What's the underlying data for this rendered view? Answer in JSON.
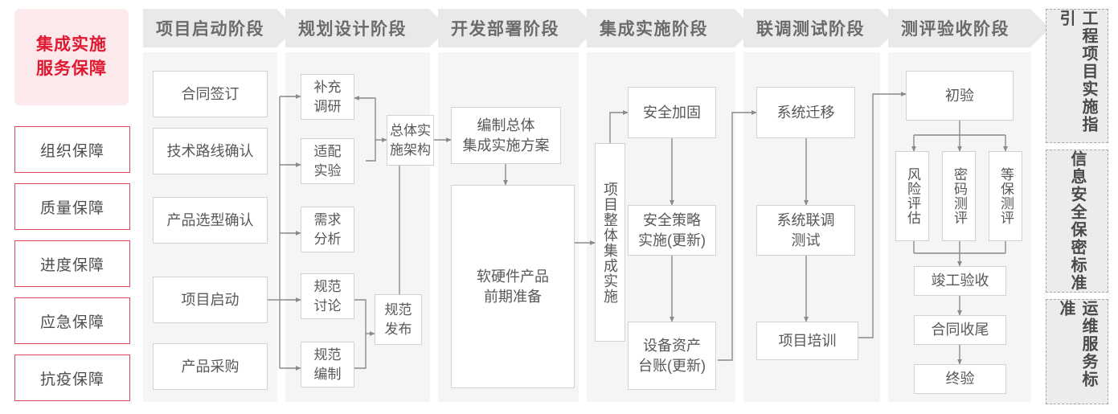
{
  "left_panel": {
    "title": "集成实施\n服务保障",
    "title_bg": "#fbe9ec",
    "title_color": "#e01931",
    "items": [
      {
        "label": "组织保障"
      },
      {
        "label": "质量保障"
      },
      {
        "label": "进度保障"
      },
      {
        "label": "应急保障"
      },
      {
        "label": "抗疫保障"
      }
    ]
  },
  "phases": [
    {
      "id": "p1",
      "title": "项目启动阶段"
    },
    {
      "id": "p2",
      "title": "规划设计阶段"
    },
    {
      "id": "p3",
      "title": "开发部署阶段"
    },
    {
      "id": "p4",
      "title": "集成实施阶段"
    },
    {
      "id": "p5",
      "title": "联调测试阶段"
    },
    {
      "id": "p6",
      "title": "测评验收阶段"
    }
  ],
  "nodes": {
    "n_contract": "合同签订",
    "n_tech_route": "技术路线确认",
    "n_product_sel": "产品选型确认",
    "n_kickoff": "项目启动",
    "n_procure": "产品采购",
    "n_survey": "补充\n调研",
    "n_adapt": "适配\n实验",
    "n_require": "需求\n分析",
    "n_spec_discuss": "规范\n讨论",
    "n_spec_draft": "规范\n编制",
    "n_arch": "总体实\n施架构",
    "n_spec_pub": "规范\n发布",
    "n_plan_doc": "编制总体\n集成实施方案",
    "n_hw_sw_prep": "软硬件产品\n前期准备",
    "n_overall_impl": "项目整体集成实施",
    "n_sec_harden": "安全加固",
    "n_sec_policy": "安全策略\n实施(更新)",
    "n_asset_ledger": "设备资产\n台账(更新)",
    "n_sys_migrate": "系统迁移",
    "n_sys_joint_test": "系统联调\n测试",
    "n_train": "项目培训",
    "n_initial_accept": "初验",
    "n_risk_eval": "风险评估",
    "n_crypto_eval": "密码测评",
    "n_grade_eval": "等保测评",
    "n_completion_accept": "竣工验收",
    "n_contract_close": "合同收尾",
    "n_final_accept": "终验"
  },
  "standards": [
    {
      "label": "工程项目实施指引"
    },
    {
      "label": "信息安全保密标准"
    },
    {
      "label": "运维服务标准"
    }
  ],
  "colors": {
    "node_border": "#d2d2d2",
    "node_text": "#58585a",
    "phase_head_bg": "#e9e9e9",
    "phase_body_bg": "#f5f5f5",
    "connector": "#8a8a8a",
    "accent_red": "#e01931"
  }
}
